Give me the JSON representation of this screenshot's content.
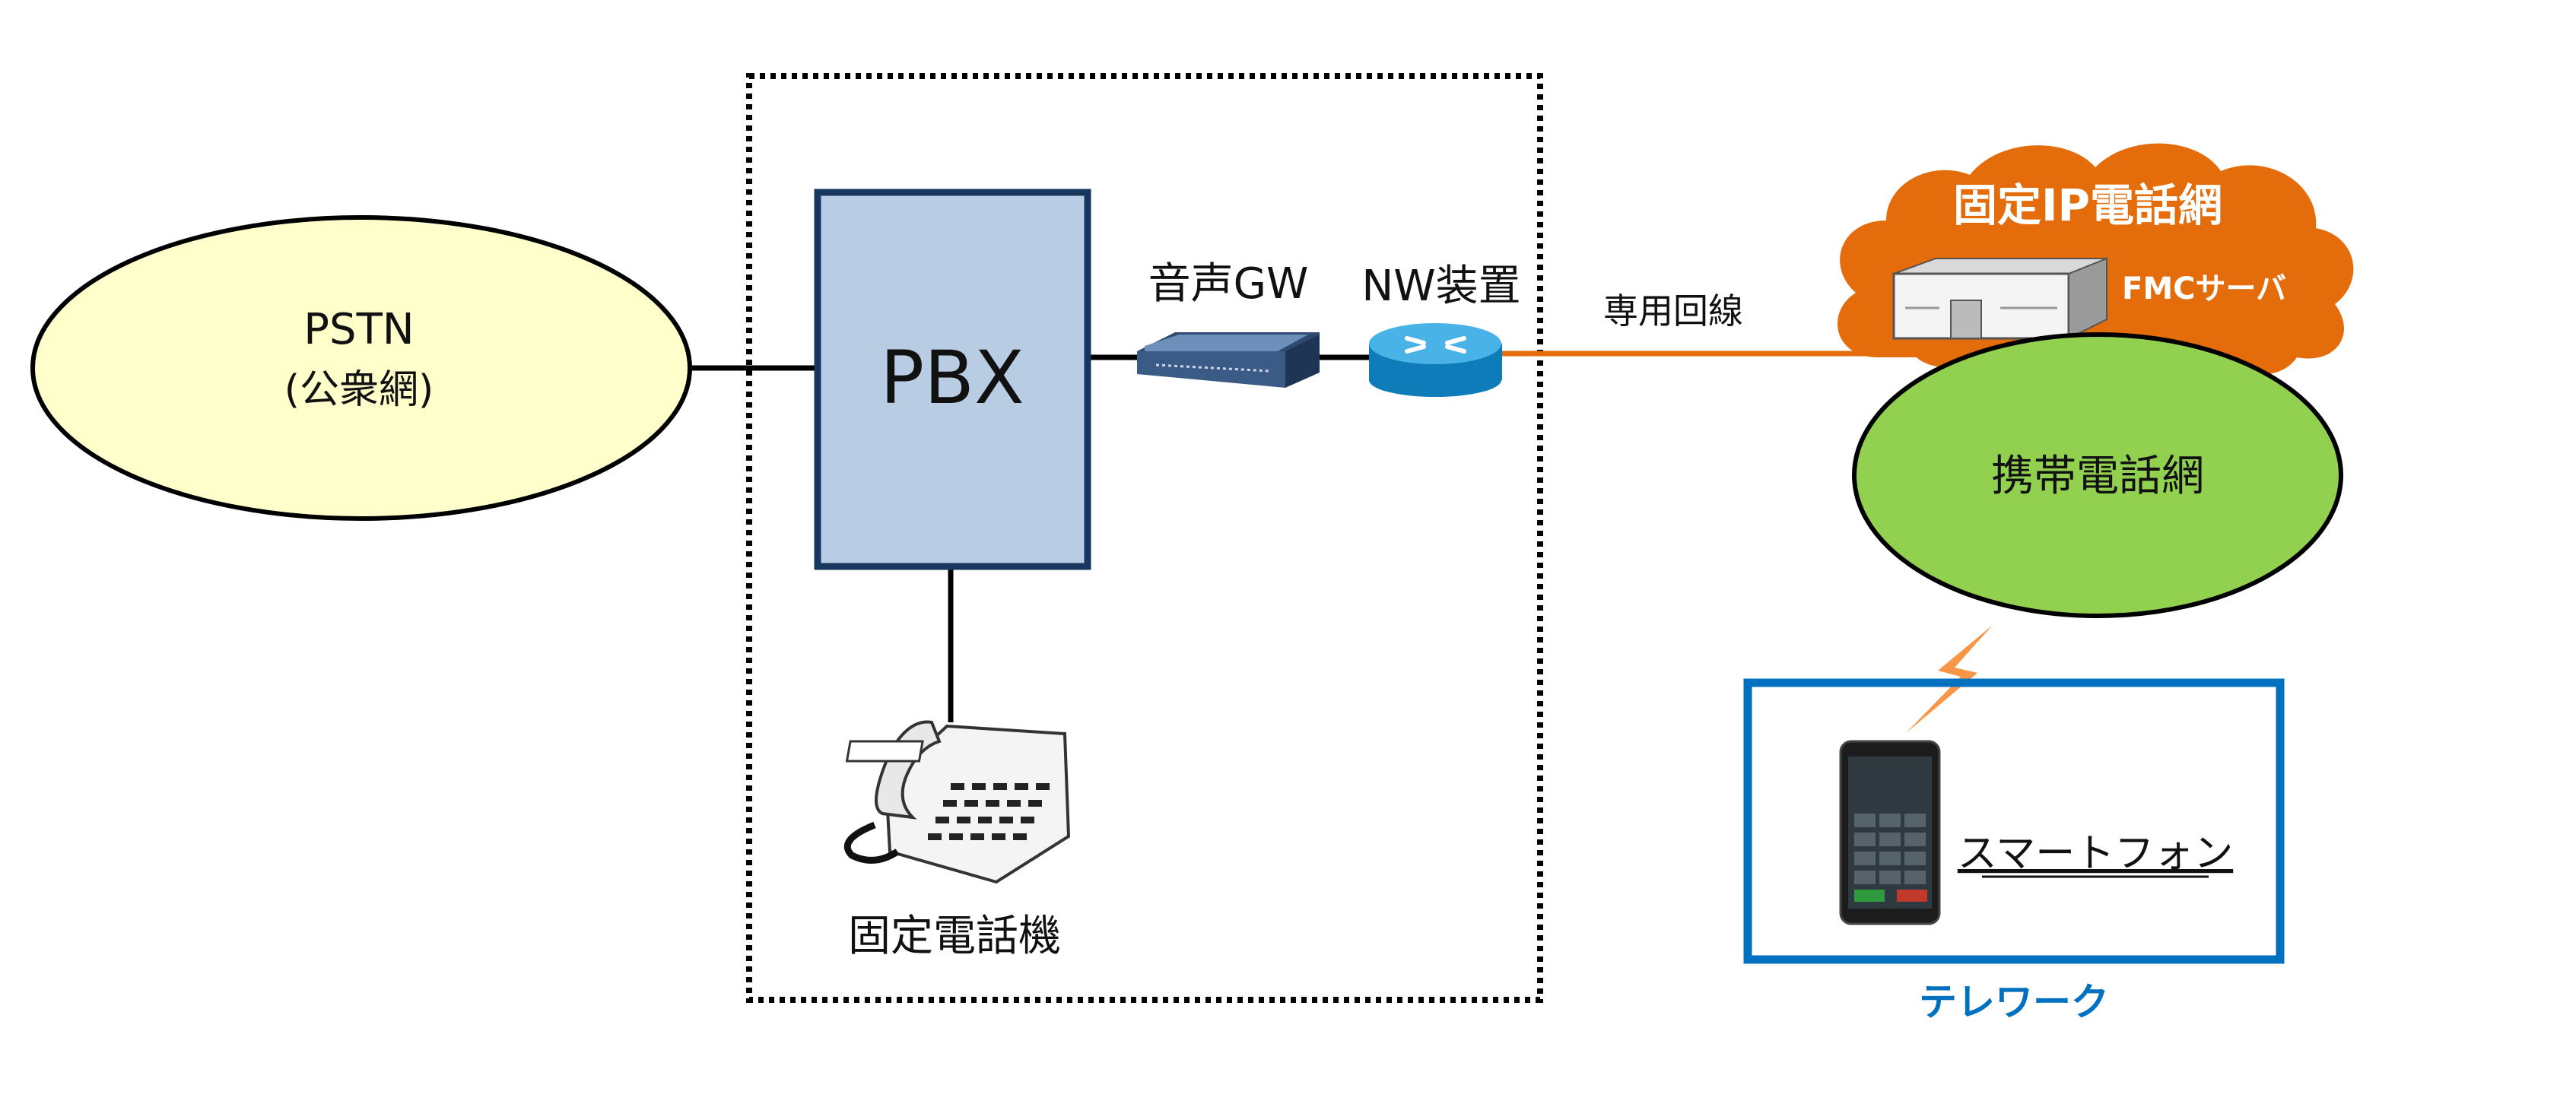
{
  "nodes": {
    "pstn": {
      "line1": "PSTN",
      "line2": "(公衆網)"
    },
    "pbx": {
      "label": "PBX"
    },
    "voice_gw": {
      "label": "音声GW"
    },
    "nw_device": {
      "label": "NW装置"
    },
    "fixed_phone": {
      "label": "固定電話機"
    },
    "leased_line": {
      "label": "専用回線"
    },
    "fixed_ip_network": {
      "label": "固定IP電話網"
    },
    "fmc_server": {
      "label": "FMCサーバ"
    },
    "mobile_network": {
      "label": "携帯電話網"
    },
    "smartphone": {
      "label": "スマートフォン"
    },
    "telework": {
      "label": "テレワーク"
    }
  },
  "colors": {
    "pstn_fill": "#FFFFCC",
    "pbx_fill": "#B8CCE4",
    "pbx_border": "#17375E",
    "cloud_fill": "#E46C0A",
    "mobile_fill": "#92D050",
    "telework_border": "#0070C0",
    "leased_line": "#E46C0A",
    "lightning": "#F79646"
  }
}
